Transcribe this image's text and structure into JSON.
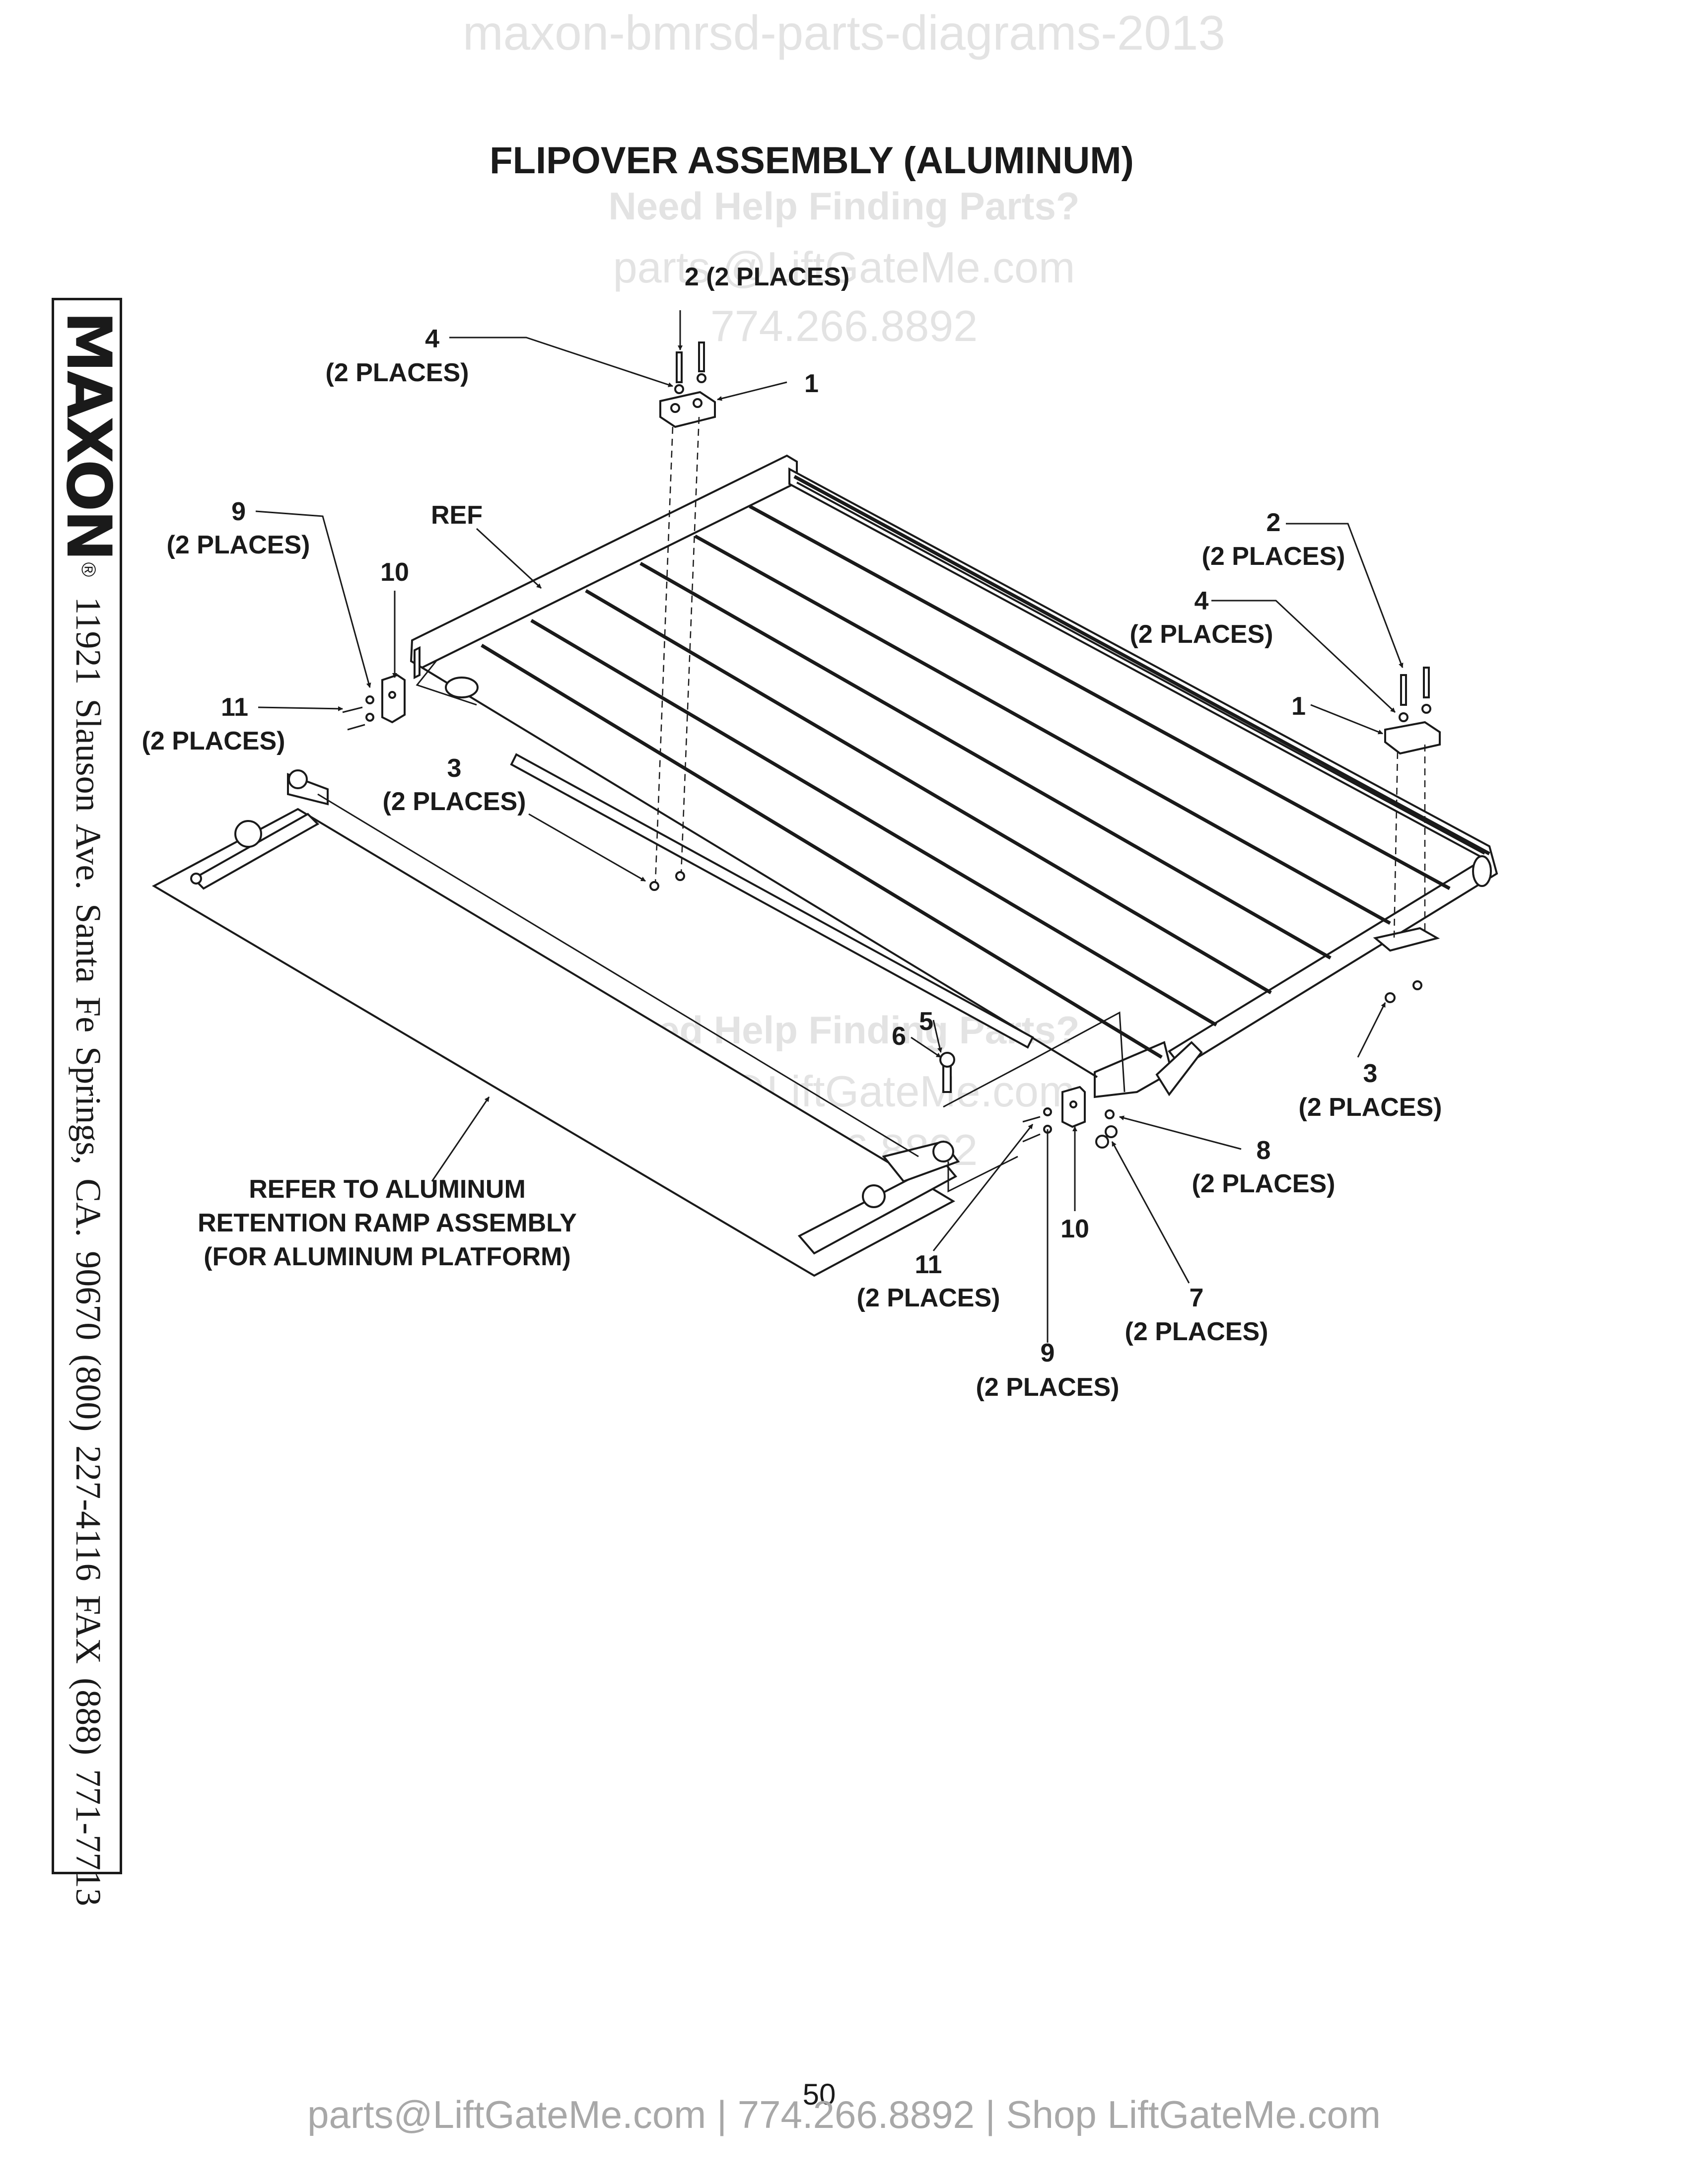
{
  "watermark": {
    "top": "maxon-bmrsd-parts-diagrams-2013",
    "help": "Need Help Finding Parts?",
    "email": "parts @LiftGateMe.com",
    "phone": "774.266.8892"
  },
  "title": "FLIPOVER ASSEMBLY (ALUMINUM)",
  "sidebar": {
    "brand": "MAXON",
    "registered": "®",
    "address": "11921 Slauson Ave.  Santa Fe Springs, CA.  90670  (800) 227-4116  FAX (888) 771-7713"
  },
  "callouts": {
    "c2_top": "2 (2 PLACES)",
    "c4_top_num": "4",
    "c4_top_places": "(2 PLACES)",
    "c1_top": "1",
    "c9_left_num": "9",
    "c9_left_places": "(2 PLACES)",
    "ref": "REF",
    "c10_left": "10",
    "c11_left_num": "11",
    "c11_left_places": "(2 PLACES)",
    "c3_left_num": "3",
    "c3_left_places": "(2 PLACES)",
    "c2_right_num": "2",
    "c2_right_places": "(2 PLACES)",
    "c4_right_num": "4",
    "c4_right_places": "(2 PLACES)",
    "c1_right": "1",
    "c3_right_num": "3",
    "c3_right_places": "(2 PLACES)",
    "c5": "5",
    "c6": "6",
    "c8_num": "8",
    "c8_places": "(2 PLACES)",
    "c10_bottom": "10",
    "c11_bottom_num": "11",
    "c11_bottom_places": "(2 PLACES)",
    "c7_num": "7",
    "c7_places": "(2 PLACES)",
    "c9_bottom_num": "9",
    "c9_bottom_places": "(2 PLACES)"
  },
  "ramp_note": {
    "line1": "REFER TO ALUMINUM",
    "line2": "RETENTION RAMP ASSEMBLY",
    "line3": "(FOR ALUMINUM PLATFORM)"
  },
  "page_number": "50",
  "footer": "parts@LiftGateMe.com | 774.266.8892 | Shop LiftGateMe.com"
}
